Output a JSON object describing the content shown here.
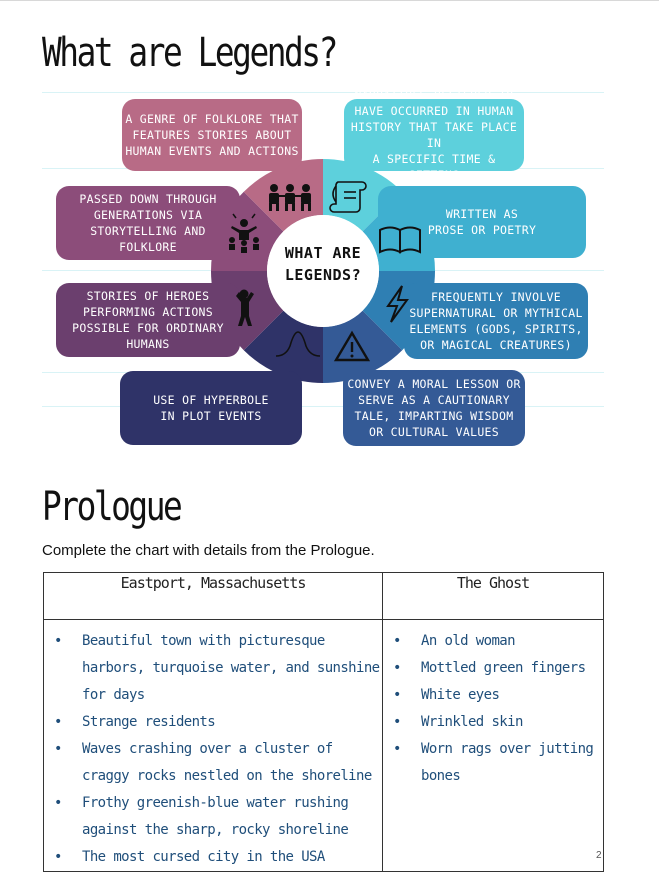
{
  "title": "What are Legends?",
  "diagram": {
    "center": "WHAT ARE\nLEGENDS?",
    "colors": {
      "pink": "#b86b86",
      "plum": "#8c4d7a",
      "purple": "#6b3f6e",
      "navy": "#2f3368",
      "blue_dark": "#345a96",
      "blue_mid": "#2f7fb3",
      "blue": "#3fb0d0",
      "cyan": "#5dd0dc"
    },
    "items": [
      {
        "text": "A GENRE OF FOLKLORE THAT\nFEATURES STORIES ABOUT\nHUMAN EVENTS AND ACTIONS",
        "icon": "people-group-icon"
      },
      {
        "text": "NARRATIVES BELIEVED TO\nHAVE OCCURRED IN HUMAN\nHISTORY THAT TAKE PLACE IN\nA SPECIFIC TIME & SETTING",
        "icon": "scroll-quill-icon"
      },
      {
        "text": "WRITTEN AS\nPROSE OR POETRY",
        "icon": "open-book-icon"
      },
      {
        "text": "FREQUENTLY INVOLVE\nSUPERNATURAL OR MYTHICAL\nELEMENTS (GODS, SPIRITS,\nOR MAGICAL CREATURES)",
        "icon": "lightning-icon"
      },
      {
        "text": "CONVEY A MORAL LESSON OR\nSERVE AS A CAUTIONARY\nTALE, IMPARTING WISDOM\nOR CULTURAL VALUES",
        "icon": "warning-triangle-icon"
      },
      {
        "text": "USE OF HYPERBOLE\nIN PLOT EVENTS",
        "icon": "bell-curve-icon"
      },
      {
        "text": "STORIES OF HEROES\nPERFORMING ACTIONS\nPOSSIBLE FOR ORDINARY\nHUMANS",
        "icon": "hero-figure-icon"
      },
      {
        "text": "PASSED DOWN THROUGH\nGENERATIONS VIA\nSTORYTELLING AND\nFOLKLORE",
        "icon": "storyteller-icon"
      }
    ]
  },
  "section_title": "Prologue",
  "instructions": "Complete the chart with details from the Prologue.",
  "table": {
    "headers": [
      "Eastport, Massachusetts",
      "The Ghost"
    ],
    "col1": [
      "Beautiful town with picturesque harbors, turquoise water, and sunshine for days",
      "Strange residents",
      "Waves crashing over a cluster of craggy rocks nestled on the shoreline",
      "Frothy greenish-blue water rushing against the sharp, rocky shoreline",
      "The most cursed city in the USA"
    ],
    "col2": [
      "An old woman",
      "Mottled green fingers",
      "White eyes",
      "Wrinkled skin",
      "Worn rags over jutting bones"
    ]
  },
  "page_number": "2"
}
